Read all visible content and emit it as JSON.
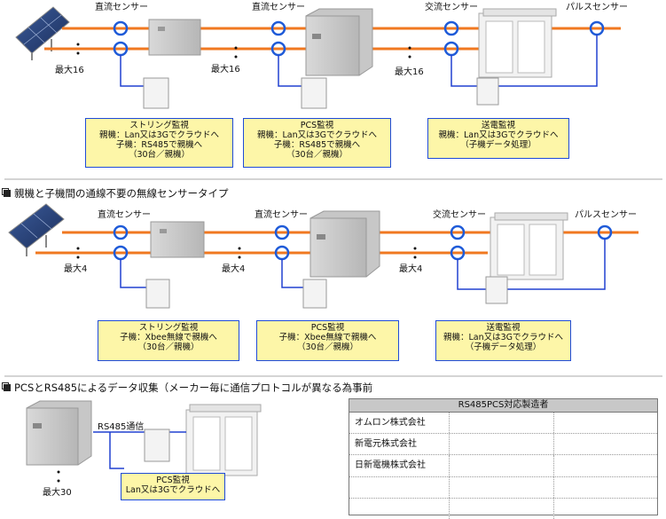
{
  "sections": [
    {
      "sensor_labels": [
        "直流センサー",
        "直流センサー",
        "交流センサー",
        "パルスセンサー"
      ],
      "max_labels": [
        "最大16",
        "最大16",
        "最大16"
      ],
      "notes": [
        {
          "lines": [
            "ストリング監視",
            "親機：Lan又は3Gでクラウドへ",
            "子機：RS485で親機へ",
            "（30台／親機）"
          ]
        },
        {
          "lines": [
            "PCS監視",
            "親機：Lan又は3Gでクラウドへ",
            "子機：RS485で親機へ",
            "（30台／親機）"
          ]
        },
        {
          "lines": [
            "送電監視",
            "親機：Lan又は3Gでクラウドへ",
            "（子機データ処理）"
          ]
        }
      ]
    },
    {
      "title": "親機と子機間の通線不要の無線センサータイプ",
      "sensor_labels": [
        "直流センサー",
        "直流センサー",
        "交流センサー",
        "パルスセンサー"
      ],
      "max_labels": [
        "最大4",
        "最大4",
        "最大4"
      ],
      "notes": [
        {
          "lines": [
            "ストリング監視",
            "子機：Xbee無線で親機へ",
            "（30台／親機）"
          ]
        },
        {
          "lines": [
            "PCS監視",
            "子機：Xbee無線で親機へ",
            "（30台／親機）"
          ]
        },
        {
          "lines": [
            "送電監視",
            "親機：Lan又は3Gでクラウドへ",
            "（子機データ処理）"
          ]
        }
      ]
    },
    {
      "title": "PCSとRS485によるデータ収集（メーカー毎に通信プロトコルが異なる為事前",
      "rs485_label": "RS485通信",
      "max_label": "最大30",
      "note": {
        "lines": [
          "PCS監視",
          "Lan又は3Gでクラウドへ"
        ]
      }
    }
  ],
  "table": {
    "header": "RS485PCS対応製造者",
    "rows": [
      [
        "オムロン株式会社",
        "",
        ""
      ],
      [
        "新電元株式会社",
        "",
        ""
      ],
      [
        "日新電機株式会社",
        "",
        ""
      ],
      [
        "",
        "",
        ""
      ],
      [
        "",
        "",
        ""
      ]
    ]
  },
  "colors": {
    "power_line": "#f07820",
    "sensor_ring": "#1f5bd8",
    "signal_line": "#2040d0",
    "note_bg": "#fdf6a8"
  }
}
